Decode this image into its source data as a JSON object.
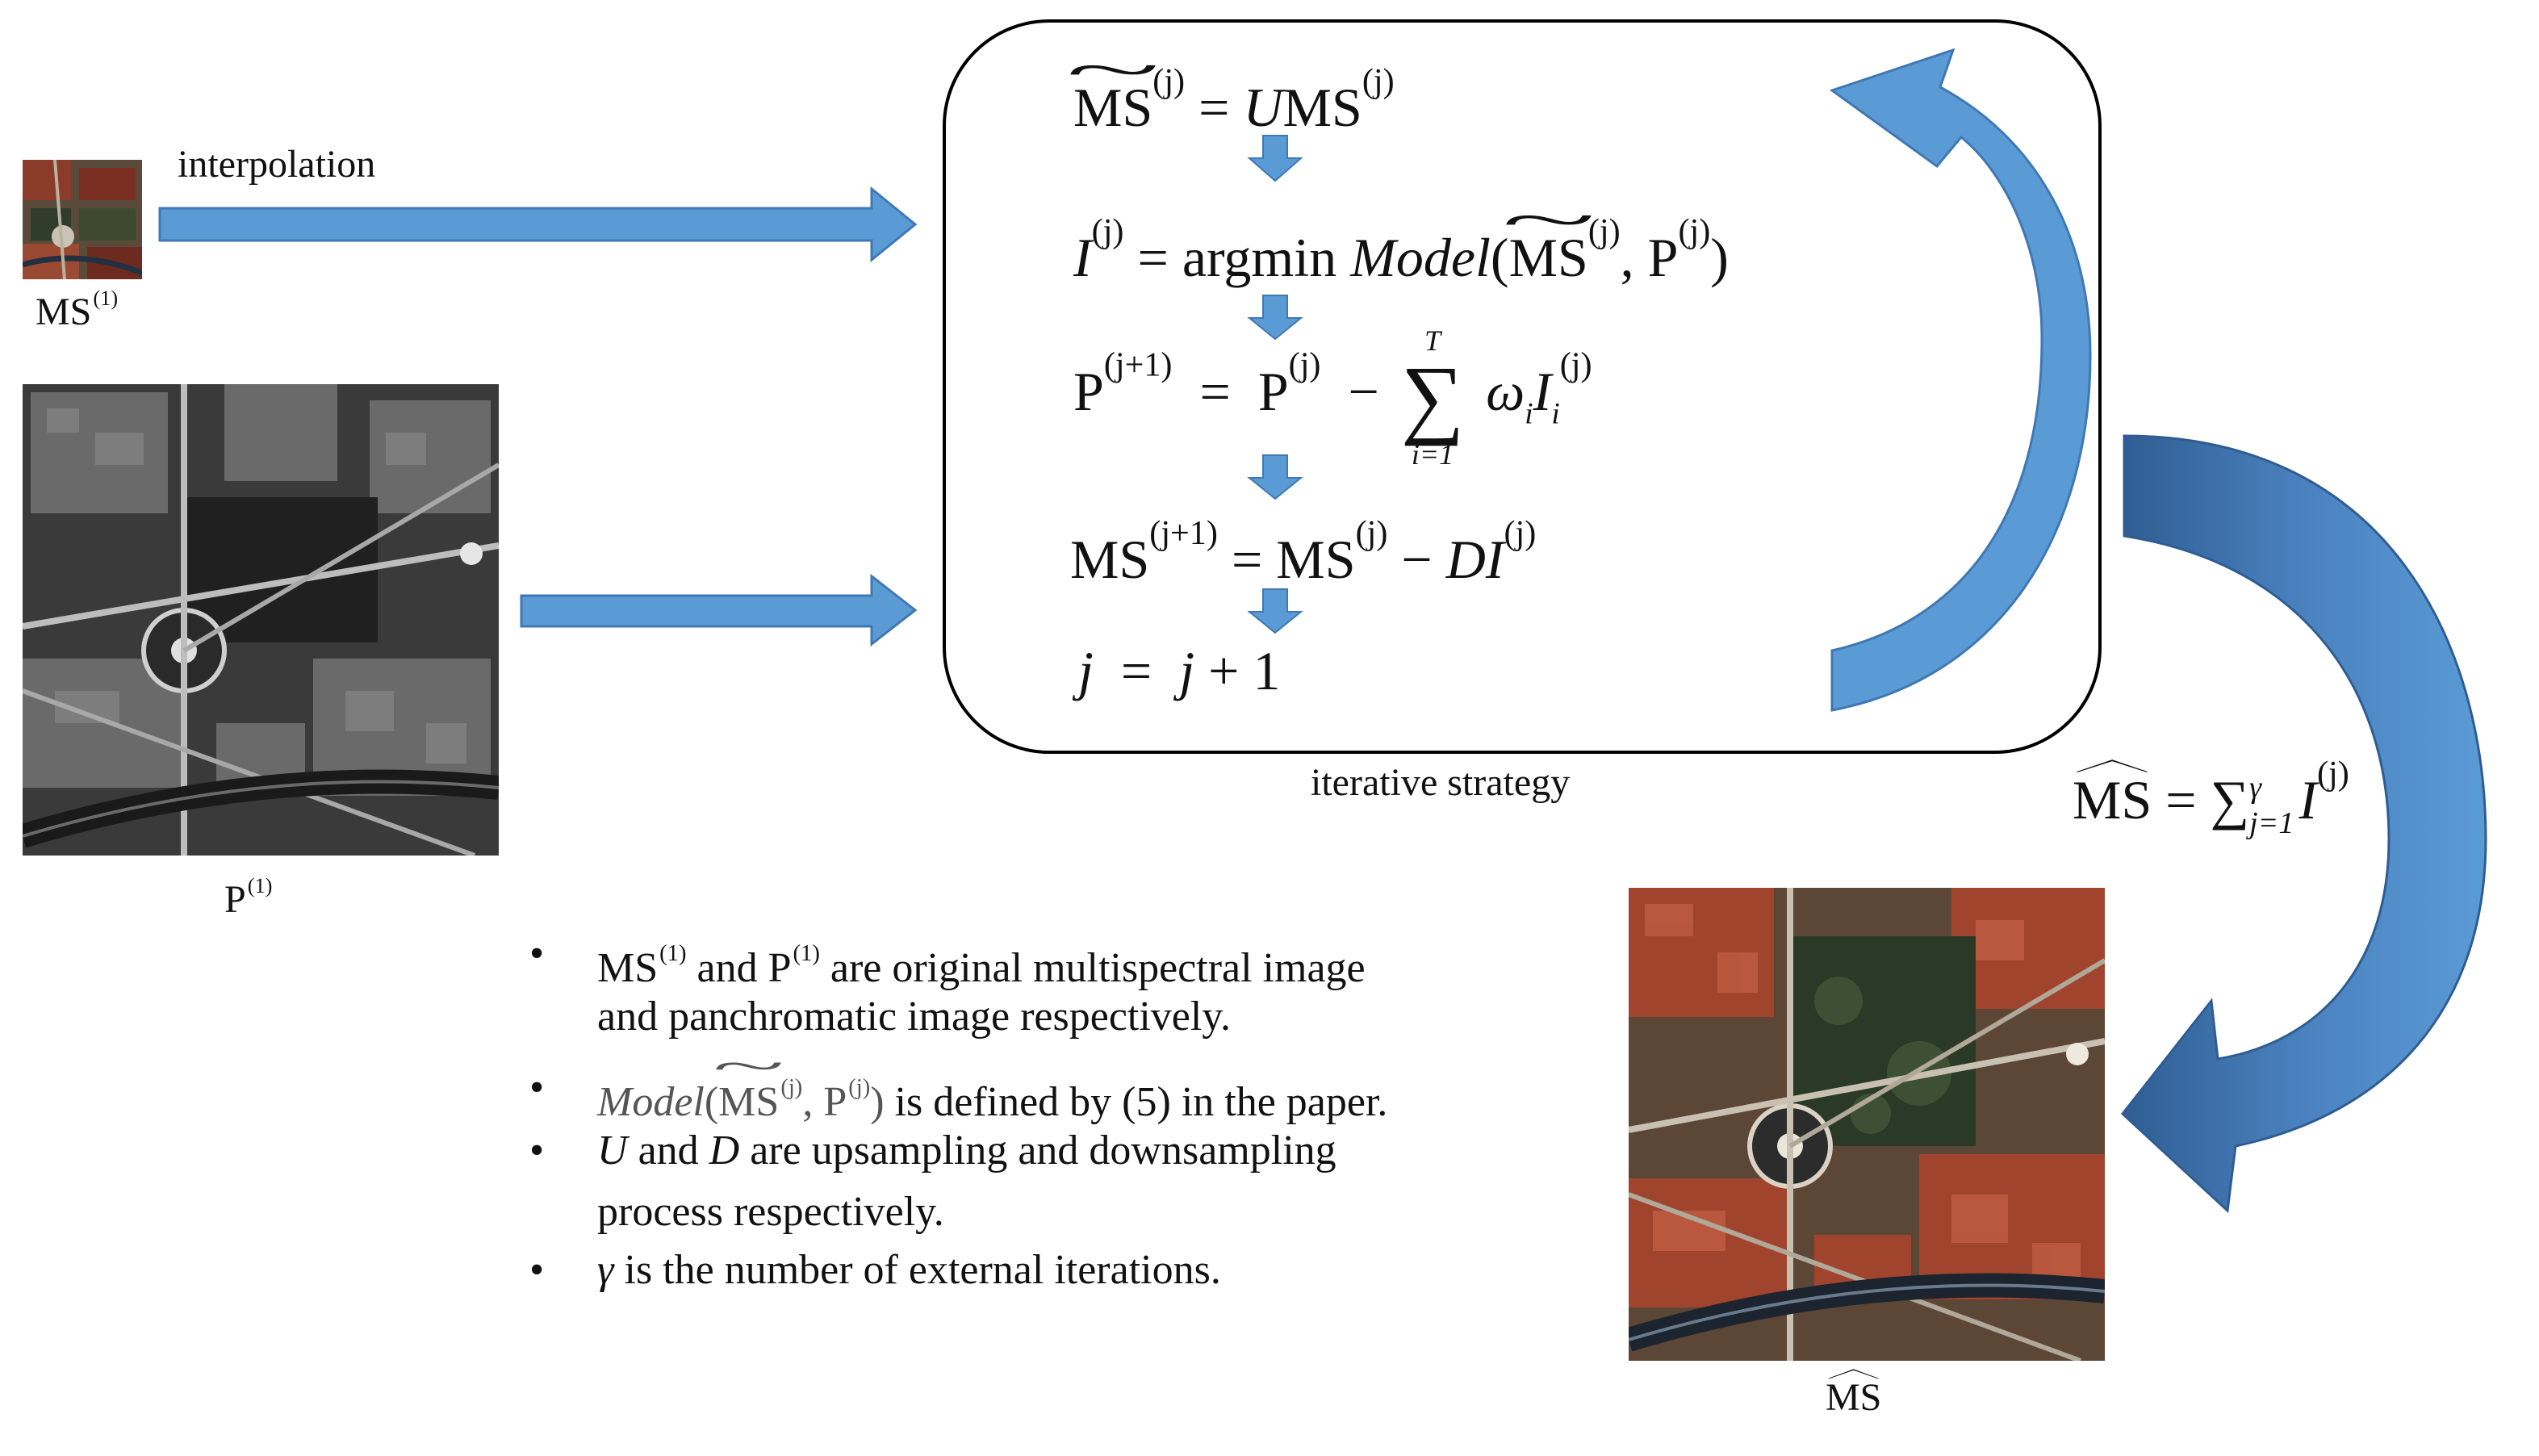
{
  "labels": {
    "interpolation": "interpolation",
    "iterative_strategy": "iterative   strategy",
    "ms1_base": "MS",
    "ms1_sup": "(1)",
    "p1_base": "P",
    "p1_sup": "(1)",
    "ms_hat_out": "MS"
  },
  "equations": {
    "eq1": {
      "lhs": "MS",
      "lhs_sup": "(j)",
      "op": "=",
      "rhs_u": "U",
      "rhs_ms": "MS",
      "rhs_sup": "(j)"
    },
    "eq2": {
      "lhs": "I",
      "lhs_sup": "(j)",
      "op": "=",
      "argmin": "argmin",
      "model": "Model",
      "open": "(",
      "ms": "MS",
      "ms_sup": "(j)",
      "comma": ",",
      "p": "P",
      "p_sup": "(j)",
      "close": ")"
    },
    "eq3": {
      "lhs": "P",
      "lhs_sup": "(j+1)",
      "op": "=",
      "p": "P",
      "p_sup": "(j)",
      "minus": "−",
      "sum_top": "T",
      "sum_bottom": "i=1",
      "omega": "ω",
      "omega_sub": "i",
      "i": "I",
      "i_sub": "i",
      "i_sup": "(j)"
    },
    "eq4": {
      "lhs": "MS",
      "lhs_sup": "(j+1)",
      "op": "=",
      "ms": "MS",
      "ms_sup": "(j)",
      "minus": "−",
      "d": "DI",
      "d_sup": "(j)"
    },
    "eq5": {
      "j1": "j",
      "op": "=",
      "j2": "j",
      "plus": "+ 1"
    },
    "final": {
      "ms": "MS",
      "op": "=",
      "sum": "∑",
      "sum_top": "γ",
      "sum_bottom": "j=1",
      "i": "I",
      "i_sup": "(j)"
    }
  },
  "notes": {
    "n1_ms": "MS",
    "n1_ms_sup": "(1)",
    "n1_and": " and  ",
    "n1_p": "P",
    "n1_p_sup": "(1)",
    "n1_rest": " are original multispectral image",
    "n1_line2": "and panchromatic image respectively.",
    "n2_model": "Model",
    "n2_open": "(",
    "n2_ms": "MS",
    "n2_ms_sup": "(j)",
    "n2_comma": ", ",
    "n2_p": "P",
    "n2_p_sup": "(j)",
    "n2_close": ")",
    "n2_rest": " is defined by (5) in the paper.",
    "n3_u": "U",
    "n3_and": " and ",
    "n3_d": "D",
    "n3_rest": " are upsampling and downsampling",
    "n3_line2": "process respectively.",
    "n4_gamma": "γ",
    "n4_rest": "  is the number of external iterations.",
    "bullet": "•"
  },
  "colors": {
    "arrow_fill": "#5b9bd5",
    "arrow_stroke": "#3f78b4",
    "curve_dark": "#3f6fa8",
    "box_stroke": "#000000"
  },
  "icons": {
    "ms1_image": "satellite-color-thumbnail",
    "p1_image": "satellite-panchromatic-image",
    "ms_out_image": "satellite-color-fused-image"
  }
}
